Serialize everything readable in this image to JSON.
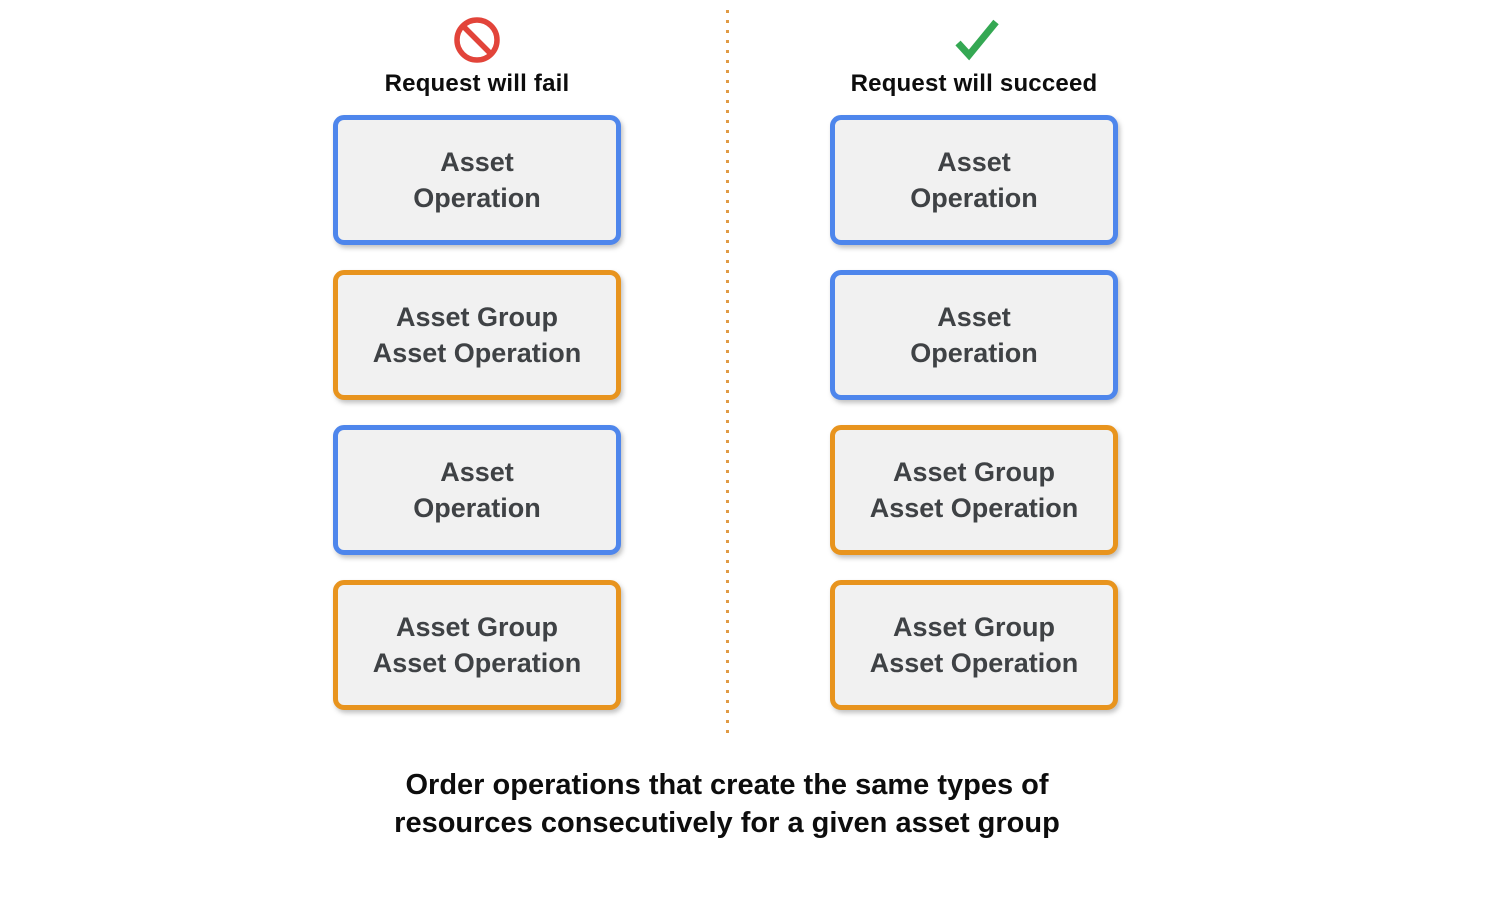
{
  "columns": [
    {
      "title": "Request will fail",
      "icon": "prohibition-icon",
      "boxes": [
        {
          "type": "asset-operation",
          "color": "blue",
          "lines": [
            "Asset",
            "Operation"
          ]
        },
        {
          "type": "asset-group-asset-operation",
          "color": "orange",
          "lines": [
            "Asset Group",
            "Asset Operation"
          ]
        },
        {
          "type": "asset-operation",
          "color": "blue",
          "lines": [
            "Asset",
            "Operation"
          ]
        },
        {
          "type": "asset-group-asset-operation",
          "color": "orange",
          "lines": [
            "Asset Group",
            "Asset Operation"
          ]
        }
      ]
    },
    {
      "title": "Request will succeed",
      "icon": "check-icon",
      "boxes": [
        {
          "type": "asset-operation",
          "color": "blue",
          "lines": [
            "Asset",
            "Operation"
          ]
        },
        {
          "type": "asset-operation",
          "color": "blue",
          "lines": [
            "Asset",
            "Operation"
          ]
        },
        {
          "type": "asset-group-asset-operation",
          "color": "orange",
          "lines": [
            "Asset Group",
            "Asset Operation"
          ]
        },
        {
          "type": "asset-group-asset-operation",
          "color": "orange",
          "lines": [
            "Asset Group",
            "Asset Operation"
          ]
        }
      ]
    }
  ],
  "caption_lines": [
    "Order operations that create the same types of",
    "resources consecutively for a given asset group"
  ],
  "colors": {
    "blue_border": "#4e86ec",
    "orange_border": "#e8941e",
    "box_fill": "#f1f1f1",
    "box_text": "#3f4245",
    "fail_icon_red": "#e2443a",
    "success_icon_green": "#34a853",
    "divider_orange": "#e09a44"
  }
}
